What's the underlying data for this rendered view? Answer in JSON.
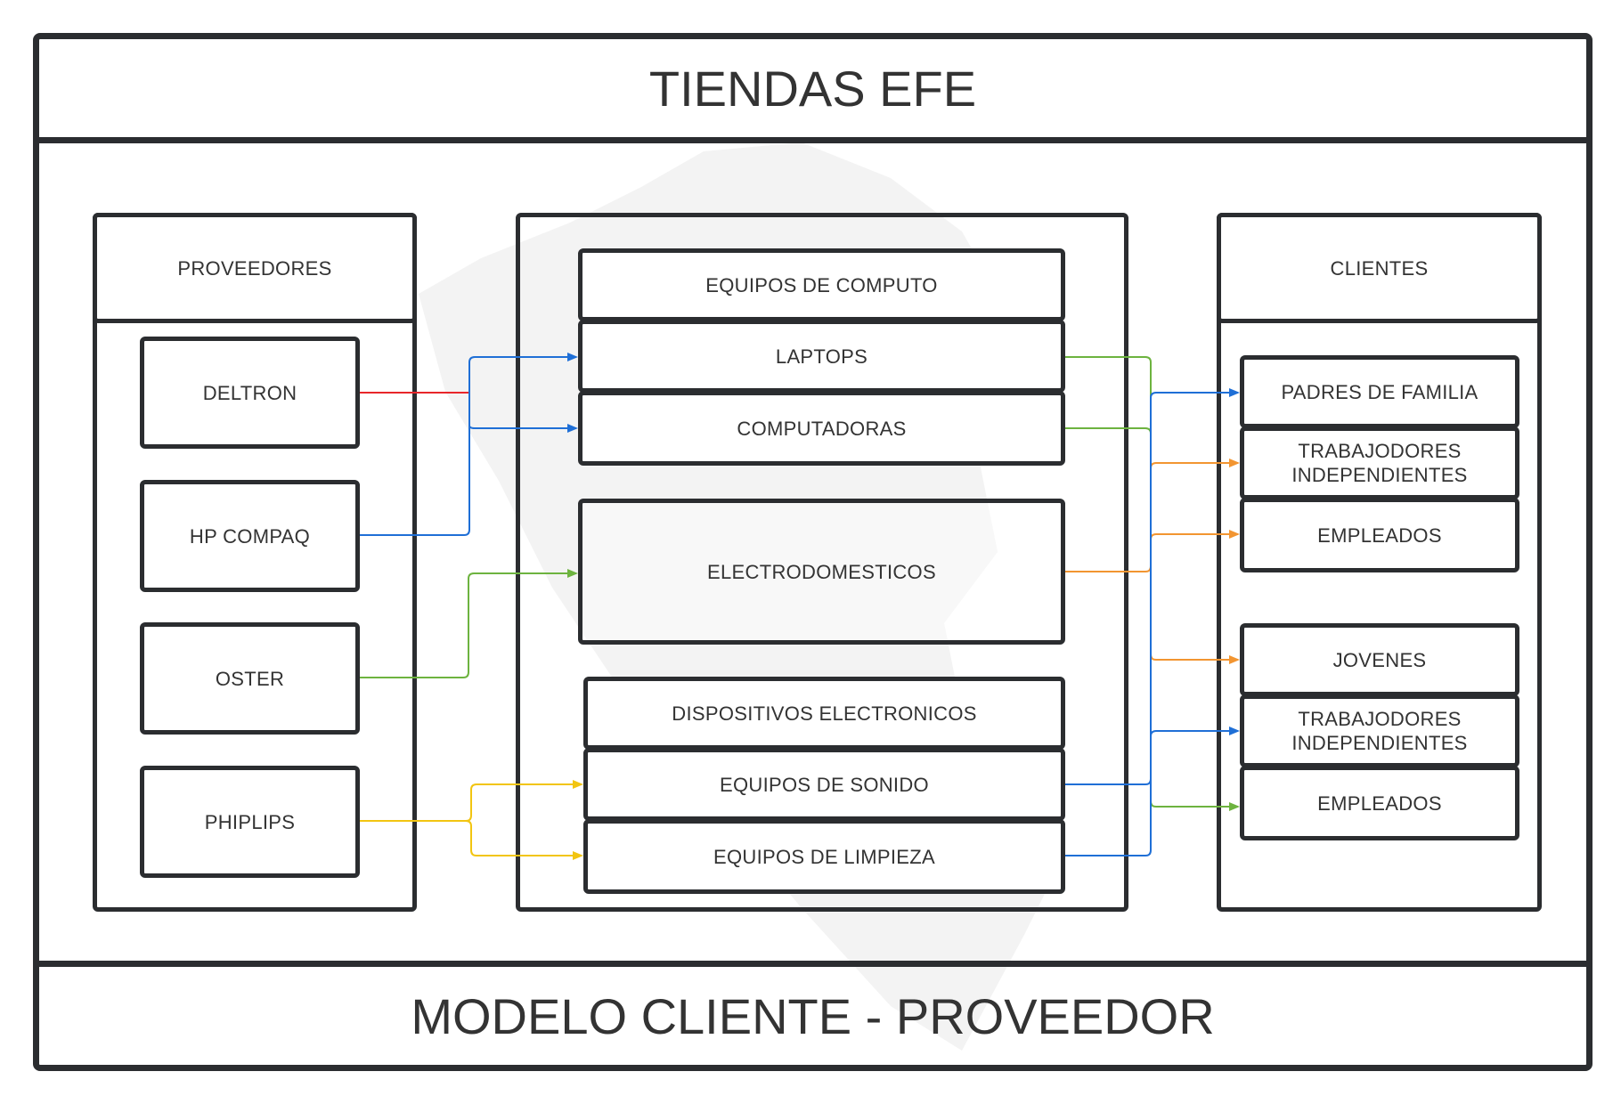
{
  "title": "TIENDAS EFE",
  "footer": "MODELO CLIENTE - PROVEEDOR",
  "proveedores": {
    "header": "PROVEEDORES",
    "items": [
      "DELTRON",
      "HP COMPAQ",
      "OSTER",
      "PHIPLIPS"
    ]
  },
  "productos": {
    "computo_header": "EQUIPOS DE COMPUTO",
    "laptops": "LAPTOPS",
    "computadoras": "COMPUTADORAS",
    "electrodomesticos": "ELECTRODOMESTICOS",
    "dispositivos_header": "DISPOSITIVOS ELECTRONICOS",
    "sonido": "EQUIPOS DE SONIDO",
    "limpieza": "EQUIPOS DE LIMPIEZA"
  },
  "clientes": {
    "header": "CLIENTES",
    "group1": [
      "PADRES DE FAMILIA",
      "TRABAJODORES INDEPENDIENTES",
      "EMPLEADOS"
    ],
    "group2": [
      "JOVENES",
      "TRABAJODORES INDEPENDIENTES",
      "EMPLEADOS"
    ]
  },
  "colors": {
    "red": "#e8262a",
    "blue": "#1f6fd6",
    "green": "#6db33f",
    "yellow": "#f2c511",
    "orange": "#f29531",
    "border": "#2b2d30"
  }
}
